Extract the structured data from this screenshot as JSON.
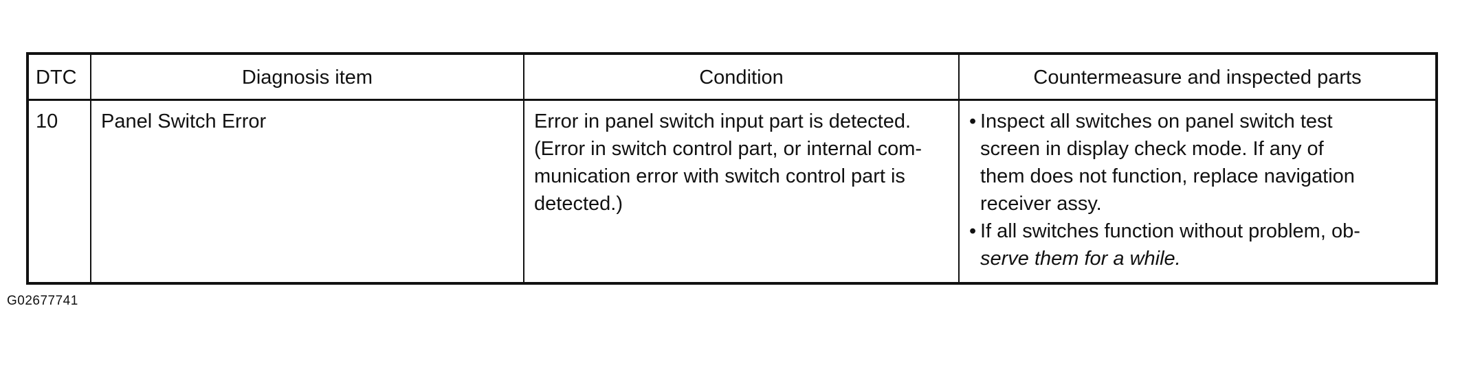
{
  "table": {
    "headers": {
      "dtc": "DTC",
      "diagnosis": "Diagnosis item",
      "condition": "Condition",
      "countermeasure": "Countermeasure and inspected parts"
    },
    "rows": [
      {
        "dtc": "10",
        "diagnosis": "Panel Switch Error",
        "condition_lines": [
          "Error in panel switch input part is detected.",
          "(Error in switch control part, or internal com-",
          "munication error with switch control part is",
          "detected.)"
        ],
        "countermeasure_items": [
          {
            "bullet": "•",
            "lines": [
              "Inspect all switches on panel switch test",
              "screen in display check mode. If any of",
              "them does not function, replace navigation",
              "receiver assy."
            ]
          },
          {
            "bullet": "•",
            "lines": [
              "If all switches function without problem, ob-",
              "serve them for a while."
            ]
          }
        ]
      }
    ]
  },
  "figure_id": "G02677741"
}
